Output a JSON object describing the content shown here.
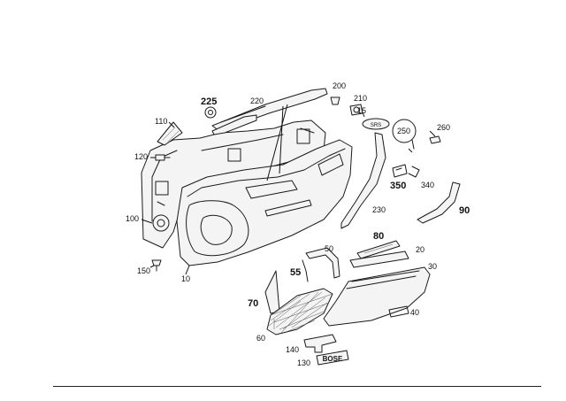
{
  "callouts": {
    "c10": "10",
    "c15": "15",
    "c20": "20",
    "c30": "30",
    "c40": "40",
    "c50": "50",
    "c55": "55",
    "c60": "60",
    "c70": "70",
    "c80": "80",
    "c90": "90",
    "c100": "100",
    "c110": "110",
    "c120": "120",
    "c130": "130",
    "c140": "140",
    "c150": "150",
    "c200": "200",
    "c210": "210",
    "c220": "220",
    "c225": "225",
    "c230": "230",
    "c250": "250",
    "c260": "260",
    "c340": "340",
    "c350": "350"
  },
  "badges": {
    "sps": "SRS",
    "sound": "BOSE"
  },
  "colors": {
    "line": "#1a1a1a",
    "background": "#ffffff"
  }
}
